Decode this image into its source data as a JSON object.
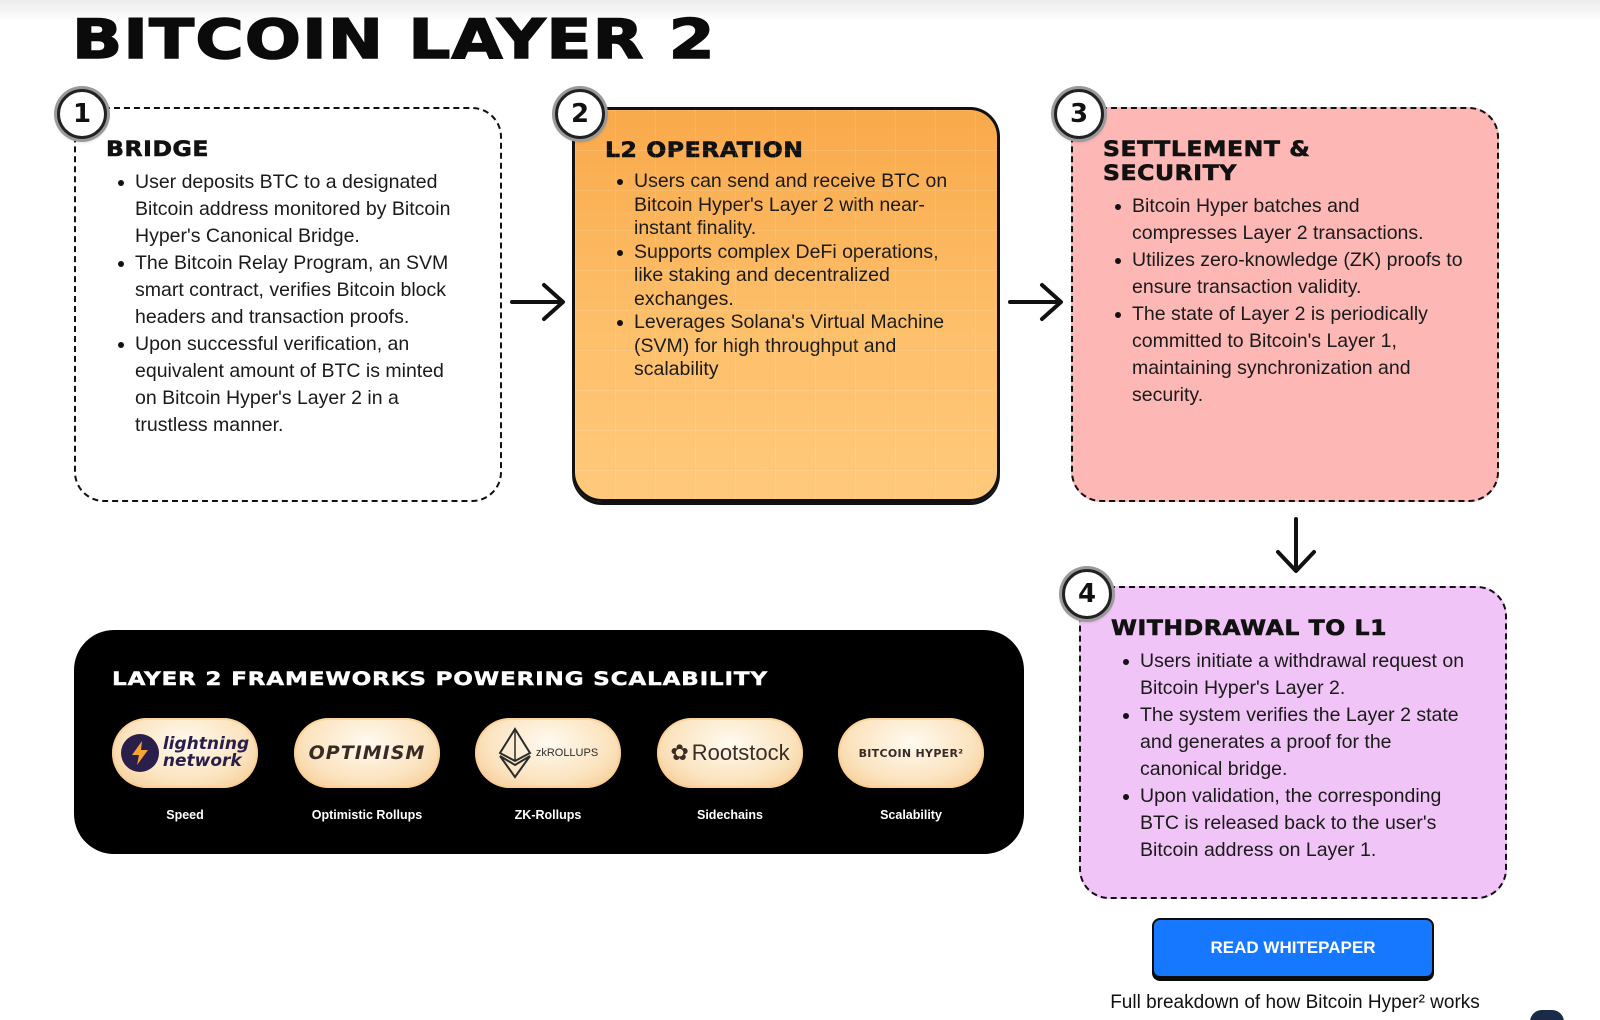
{
  "page": {
    "title": "BITCOIN LAYER 2"
  },
  "steps": [
    {
      "number": "1",
      "title": "BRIDGE",
      "bullets": [
        "User deposits BTC to a designated Bitcoin address monitored by Bitcoin Hyper's Canonical Bridge.",
        "The Bitcoin Relay Program, an SVM smart contract, verifies Bitcoin block headers and transaction proofs.",
        "Upon successful verification, an equivalent amount of BTC is minted on Bitcoin Hyper's Layer 2 in a trustless manner."
      ]
    },
    {
      "number": "2",
      "title": "L2 OPERATION",
      "bullets": [
        "Users can send and receive BTC on Bitcoin Hyper's Layer 2 with near-instant finality.",
        "Supports complex DeFi operations, like staking and decentralized exchanges.",
        "Leverages Solana's Virtual Machine (SVM) for high throughput and scalability"
      ]
    },
    {
      "number": "3",
      "title": "SETTLEMENT & SECURITY",
      "bullets": [
        "Bitcoin Hyper batches and compresses Layer 2 transactions.",
        "Utilizes zero-knowledge (ZK) proofs to ensure transaction validity.",
        "The state of Layer 2 is periodically committed to Bitcoin's Layer 1, maintaining synchronization and security."
      ]
    },
    {
      "number": "4",
      "title": "WITHDRAWAL TO L1",
      "bullets": [
        "Users initiate a withdrawal request on Bitcoin Hyper's Layer 2.",
        "The system verifies the Layer 2 state and generates a proof for the canonical bridge.",
        "Upon validation, the corresponding BTC is released back to the user's Bitcoin address on Layer 1."
      ]
    }
  ],
  "frameworks": {
    "title": "LAYER 2 FRAMEWORKS POWERING SCALABILITY",
    "items": [
      {
        "logo_text_top": "lightning",
        "logo_text_bottom": "network",
        "caption": "Speed"
      },
      {
        "logo_text": "OPTIMISM",
        "caption": "Optimistic Rollups"
      },
      {
        "logo_text": "zkROLLUPS",
        "caption": "ZK-Rollups"
      },
      {
        "logo_text": "Rootstock",
        "caption": "Sidechains"
      },
      {
        "logo_text": "BITCOIN HYPER²",
        "caption": "Scalability"
      }
    ]
  },
  "cta": {
    "button_label": "READ WHITEPAPER",
    "subtext": "Full breakdown of how Bitcoin Hyper² works"
  },
  "colors": {
    "card_2_bg": "#fdb35a",
    "card_3_bg": "#fdb7b5",
    "card_4_bg": "#f0c4f6",
    "button_bg": "#1677ff"
  }
}
